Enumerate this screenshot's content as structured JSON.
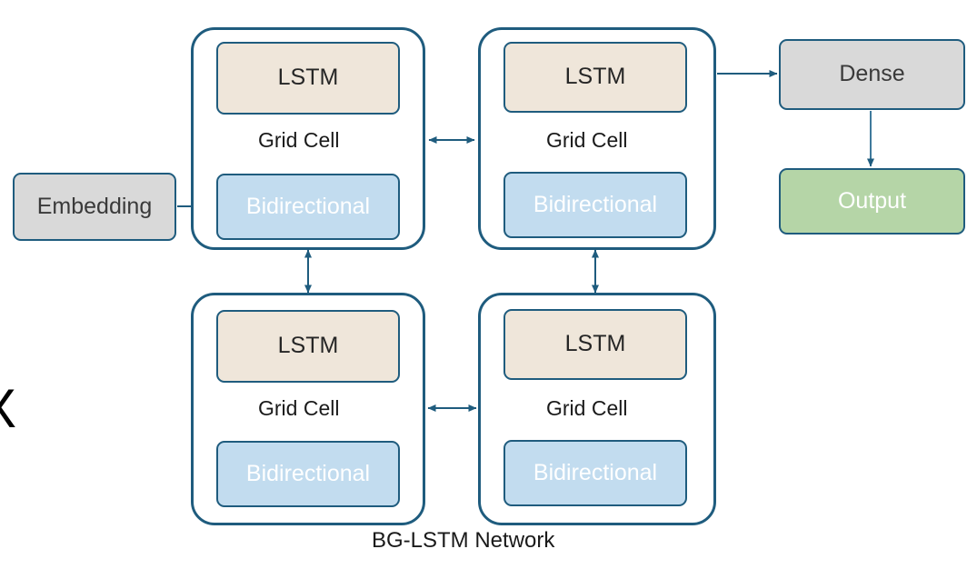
{
  "diagram": {
    "title": "BG-LSTM Network",
    "caption": "BG-LSTM Network",
    "partial_left_glyph": "X",
    "colors": {
      "border": "#1f5c7e",
      "lstm_fill": "#efe6da",
      "bidirectional_fill": "#c2dcef",
      "dense_fill": "#d9d9d9",
      "embedding_fill": "#d9d9d9",
      "output_fill": "#b5d5a7",
      "arrow": "#1f5c7e",
      "canvas": "#ffffff"
    },
    "grid_cells": [
      {
        "id": "grid-cell-top-left",
        "label": "Grid Cell",
        "lstm_label": "LSTM",
        "bidirectional_label": "Bidirectional"
      },
      {
        "id": "grid-cell-top-right",
        "label": "Grid Cell",
        "lstm_label": "LSTM",
        "bidirectional_label": "Bidirectional"
      },
      {
        "id": "grid-cell-bottom-left",
        "label": "Grid Cell",
        "lstm_label": "LSTM",
        "bidirectional_label": "Bidirectional"
      },
      {
        "id": "grid-cell-bottom-right",
        "label": "Grid Cell",
        "lstm_label": "LSTM",
        "bidirectional_label": "Bidirectional"
      }
    ],
    "side_nodes": {
      "embedding": "Embedding",
      "dense": "Dense",
      "output": "Output"
    },
    "connections": [
      {
        "from": "Embedding",
        "to": "Bidirectional (top-left)",
        "type": "single-arrow",
        "direction": "right"
      },
      {
        "from": "Grid Cell (top-left)",
        "to": "Grid Cell (top-right)",
        "type": "double-arrow",
        "direction": "horizontal"
      },
      {
        "from": "Grid Cell (bottom-left)",
        "to": "Grid Cell (bottom-right)",
        "type": "double-arrow",
        "direction": "horizontal"
      },
      {
        "from": "Grid Cell (top-left)",
        "to": "Grid Cell (bottom-left)",
        "type": "double-arrow",
        "direction": "vertical"
      },
      {
        "from": "Grid Cell (top-right)",
        "to": "Grid Cell (bottom-right)",
        "type": "double-arrow",
        "direction": "vertical"
      },
      {
        "from": "LSTM (top-left)",
        "to": "Bidirectional (top-left)",
        "type": "double-arrow",
        "direction": "vertical"
      },
      {
        "from": "LSTM (top-right)",
        "to": "Bidirectional (top-right)",
        "type": "double-arrow",
        "direction": "vertical"
      },
      {
        "from": "LSTM (bottom-left)",
        "to": "Bidirectional (bottom-left)",
        "type": "double-arrow",
        "direction": "vertical"
      },
      {
        "from": "LSTM (bottom-right)",
        "to": "Bidirectional (bottom-right)",
        "type": "double-arrow",
        "direction": "vertical"
      },
      {
        "from": "Grid Cell (top-right)",
        "to": "Dense",
        "type": "single-arrow",
        "direction": "right"
      },
      {
        "from": "Dense",
        "to": "Output",
        "type": "single-arrow",
        "direction": "down"
      }
    ]
  }
}
